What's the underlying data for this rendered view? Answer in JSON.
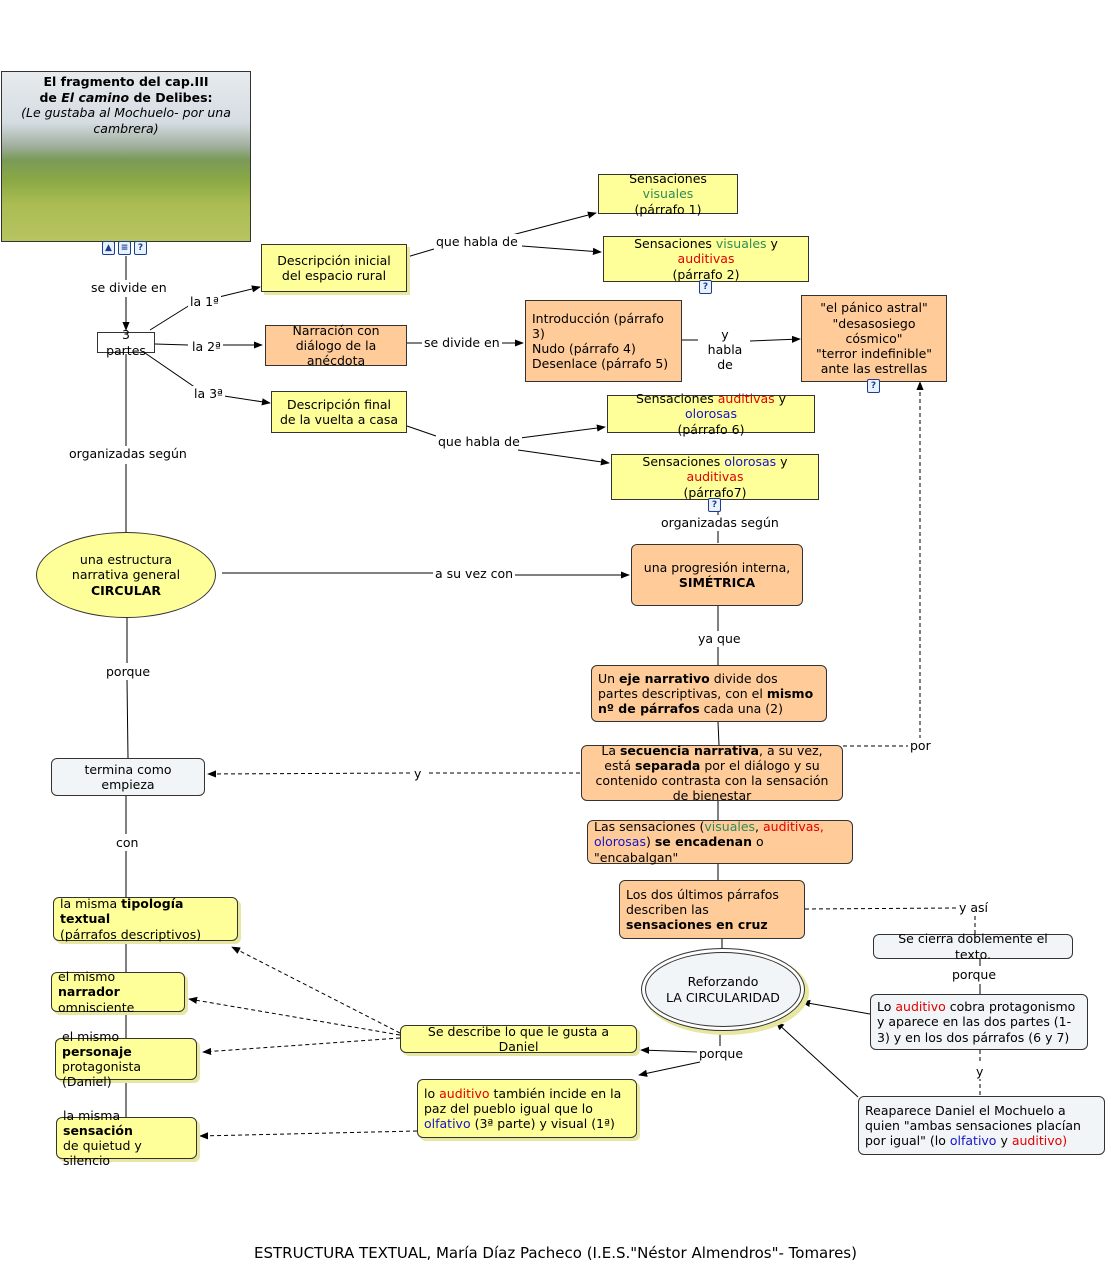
{
  "photo": {
    "title_line1": "El fragmento del cap.III",
    "title_line2_pre": "de ",
    "title_line2_em": "El camino",
    "title_line2_post": " de Delibes:",
    "title_line3": "(Le gustaba al Mochuelo- por una cambrera)"
  },
  "nodes": {
    "tres_partes": "3 partes",
    "desc_inicial": "Descripción inicial del espacio rural",
    "narracion": "Narración con diálogo de la anécdota",
    "desc_final": "Descripción final de la vuelta a casa",
    "sens1_a": "Sensaciones ",
    "sens1_vis": "visuales",
    "sens1_b": "(párrafo 1)",
    "sens2_a": "Sensaciones ",
    "sens2_vis": "visuales",
    "sens2_y": " y ",
    "sens2_aud": "auditivas",
    "sens2_b": "(párrafo 2)",
    "intro1": "Introducción (párrafo 3)",
    "intro2": "Nudo (párrafo 4)",
    "intro3": "Desenlace (párrafo 5)",
    "panico1": "\"el pánico astral\"",
    "panico2": "\"desasosiego cósmico\"",
    "panico3": "\"terror indefinible\"",
    "panico4": "ante las estrellas",
    "sens6_a": "Sensaciones ",
    "sens6_aud": "auditivas",
    "sens6_y": " y ",
    "sens6_olf": "olorosas",
    "sens6_b": "(párrafo 6)",
    "sens7_a": "Sensaciones ",
    "sens7_olf": "olorosas",
    "sens7_y": " y ",
    "sens7_aud": "auditivas",
    "sens7_b": "(párrafo7)",
    "circular_a": "una estructura narrativa general ",
    "circular_b": "CIRCULAR",
    "simetrica_a": "una progresión interna,",
    "simetrica_b": "SIMÉTRICA",
    "eje_1": "Un ",
    "eje_2": "eje narrativo",
    "eje_3": " divide dos partes descriptivas, con el ",
    "eje_4": "mismo nº de párrafos",
    "eje_5": " cada una (2)",
    "secuencia_1": "La ",
    "secuencia_2": "secuencia narrativa",
    "secuencia_3": ", a su vez, está ",
    "secuencia_4": "separada",
    "secuencia_5": " por el diálogo y su contenido contrasta con la sensación de bienestar",
    "encadenan_1": "Las sensaciones (",
    "encadenan_vis": "visuales",
    "encadenan_c1": ", ",
    "encadenan_aud": "auditivas,",
    "encadenan_olf": "olorosas",
    "encadenan_2": ") ",
    "encadenan_3": "se encadenan",
    "encadenan_4": " o \"encabalgan\"",
    "cruz_1": "Los dos últimos párrafos describen las ",
    "cruz_2": "sensaciones en cruz",
    "termina": "termina como empieza",
    "tipologia_1": "la misma ",
    "tipologia_2": "tipología textual",
    "tipologia_3": "(párrafos descriptivos)",
    "narrador_1": "el mismo ",
    "narrador_2": "narrador",
    "narrador_3": "omnisciente",
    "personaje_1": "el mismo ",
    "personaje_2": "personaje",
    "personaje_3": "protagonista (Daniel)",
    "sensacion_1": "la misma ",
    "sensacion_2": "sensación",
    "sensacion_3": "de quietud y silencio",
    "reforzando_1": "Reforzando",
    "reforzando_2": "LA CIRCULARIDAD",
    "daniel": "Se describe lo que le gusta a Daniel",
    "auditivo_1": "lo ",
    "auditivo_aud": "auditivo",
    "auditivo_2": " también incide en la paz del pueblo igual que lo ",
    "auditivo_olf": "olfativo",
    "auditivo_3": " (3ª parte) y visual (1ª)",
    "cierra": "Se cierra doblemente el texto.",
    "protag_1": "Lo ",
    "protag_aud": "auditivo",
    "protag_2": " cobra protagonismo y aparece en las dos partes (1-3) y en los dos párrafos (6 y 7)",
    "reaparece_1": "Reaparece Daniel el Mochuelo a quien \"ambas sensaciones placían por igual\" (lo ",
    "reaparece_olf": "olfativo",
    "reaparece_y": " y ",
    "reaparece_aud": "auditivo)"
  },
  "links": {
    "se_divide_en": "se divide en",
    "la1": "la 1ª",
    "la2": "la 2ª",
    "la3": "la 3ª",
    "que_habla_de_1": "que habla de",
    "se_divide_en_2": "se divide en",
    "y_habla_de": "y habla de",
    "que_habla_de_2": "que habla de",
    "organizadas_segun_1": "organizadas según",
    "organizadas_segun_2": "organizadas según",
    "a_su_vez_con": "a su vez con",
    "ya_que": "ya que",
    "porque_1": "porque",
    "por": "por",
    "y_1": "y",
    "con": "con",
    "y_asi": "y así",
    "porque_2": "porque",
    "porque_3": "porque",
    "y_2": "y"
  },
  "footer": "ESTRUCTURA TEXTUAL, María Díaz Pacheco (I.E.S.\"Néstor Almendros\"- Tomares)",
  "colors": {
    "node_yellow": "#ffff99",
    "node_orange": "#ffcc99",
    "node_gray": "#f2f5f7",
    "visual": "#2e8b57",
    "auditiva": "#e00000",
    "olorosa": "#1515c8"
  }
}
